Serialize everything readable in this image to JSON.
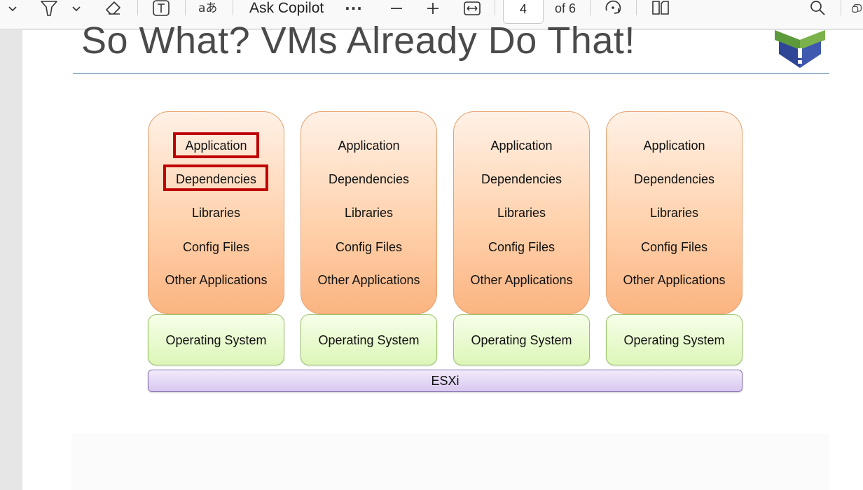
{
  "toolbar": {
    "ask_copilot_label": "Ask Copilot",
    "more_label": "···",
    "page_current": "4",
    "page_of": "of 6"
  },
  "slide": {
    "title": "So What? VMs Already Do That!",
    "esxi_label": "ESXi",
    "vms": [
      {
        "layers": [
          "Application",
          "Dependencies",
          "Libraries",
          "Config Files",
          "Other Applications"
        ],
        "os": "Operating System"
      },
      {
        "layers": [
          "Application",
          "Dependencies",
          "Libraries",
          "Config Files",
          "Other Applications"
        ],
        "os": "Operating System"
      },
      {
        "layers": [
          "Application",
          "Dependencies",
          "Libraries",
          "Config Files",
          "Other Applications"
        ],
        "os": "Operating System"
      },
      {
        "layers": [
          "Application",
          "Dependencies",
          "Libraries",
          "Config Files",
          "Other Applications"
        ],
        "os": "Operating System"
      }
    ]
  },
  "colors": {
    "highlight": "#c00000",
    "vm_fill": "#ffd2ad",
    "os_fill": "#ddf6b8",
    "esxi_fill": "#d8c8ef",
    "title_rule": "#9ab6cf"
  },
  "icons": [
    "chevron-down-icon",
    "highlighter-icon",
    "eraser-icon",
    "text-box-icon",
    "translate-icon",
    "more-icon",
    "zoom-out-icon",
    "zoom-in-icon",
    "fit-width-icon",
    "rotate-icon",
    "page-view-icon",
    "search-icon",
    "copilot-icon",
    "logo-icon"
  ]
}
